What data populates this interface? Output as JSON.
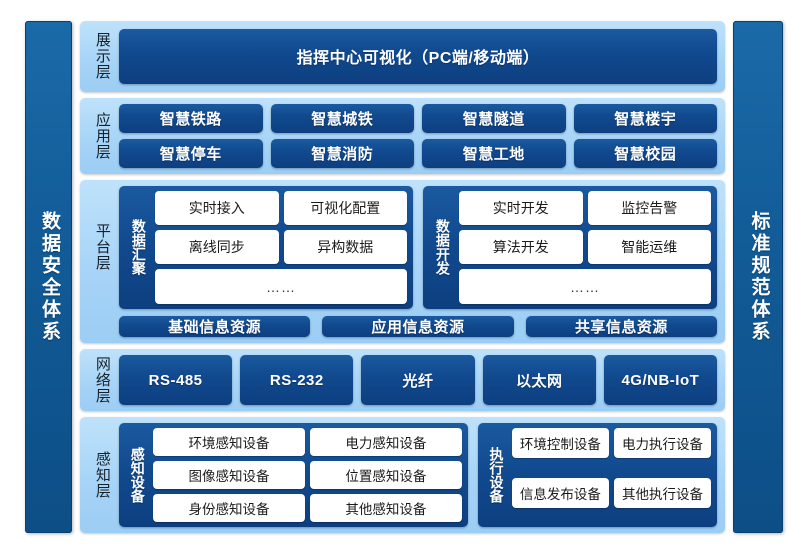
{
  "pillars": {
    "left": {
      "text": "数据安全体系",
      "name": "data-security-system"
    },
    "right": {
      "text": "标准规范体系",
      "name": "standards-specification-system"
    }
  },
  "colors": {
    "dark_blue": "#114a8f",
    "light_blue": "#a7d4f7",
    "pillar_blue": "#115b97",
    "white_box": "#ffffff",
    "page_background": "#ffffff"
  },
  "layers": {
    "presentation": {
      "label": "展示层",
      "bar": "指挥中心可视化（PC端/移动端）"
    },
    "application": {
      "label": "应用层",
      "items": [
        "智慧铁路",
        "智慧城铁",
        "智慧隧道",
        "智慧楼宇",
        "智慧停车",
        "智慧消防",
        "智慧工地",
        "智慧校园"
      ]
    },
    "platform": {
      "label": "平台层",
      "groups": [
        {
          "label": "数据汇聚",
          "cells": [
            "实时接入",
            "可视化配置",
            "离线同步",
            "异构数据"
          ],
          "more": "……"
        },
        {
          "label": "数据开发",
          "cells": [
            "实时开发",
            "监控告警",
            "算法开发",
            "智能运维"
          ],
          "more": "……"
        }
      ],
      "resources": [
        "基础信息资源",
        "应用信息资源",
        "共享信息资源"
      ]
    },
    "network": {
      "label": "网络层",
      "items": [
        "RS-485",
        "RS-232",
        "光纤",
        "以太网",
        "4G/NB-IoT"
      ]
    },
    "perception": {
      "label": "感知层",
      "groups": [
        {
          "label": "感知设备",
          "cells": [
            "环境感知设备",
            "电力感知设备",
            "图像感知设备",
            "位置感知设备",
            "身份感知设备",
            "其他感知设备"
          ]
        },
        {
          "label": "执行设备",
          "cells": [
            "环境控制设备",
            "电力执行设备",
            "信息发布设备",
            "其他执行设备"
          ]
        }
      ]
    }
  }
}
